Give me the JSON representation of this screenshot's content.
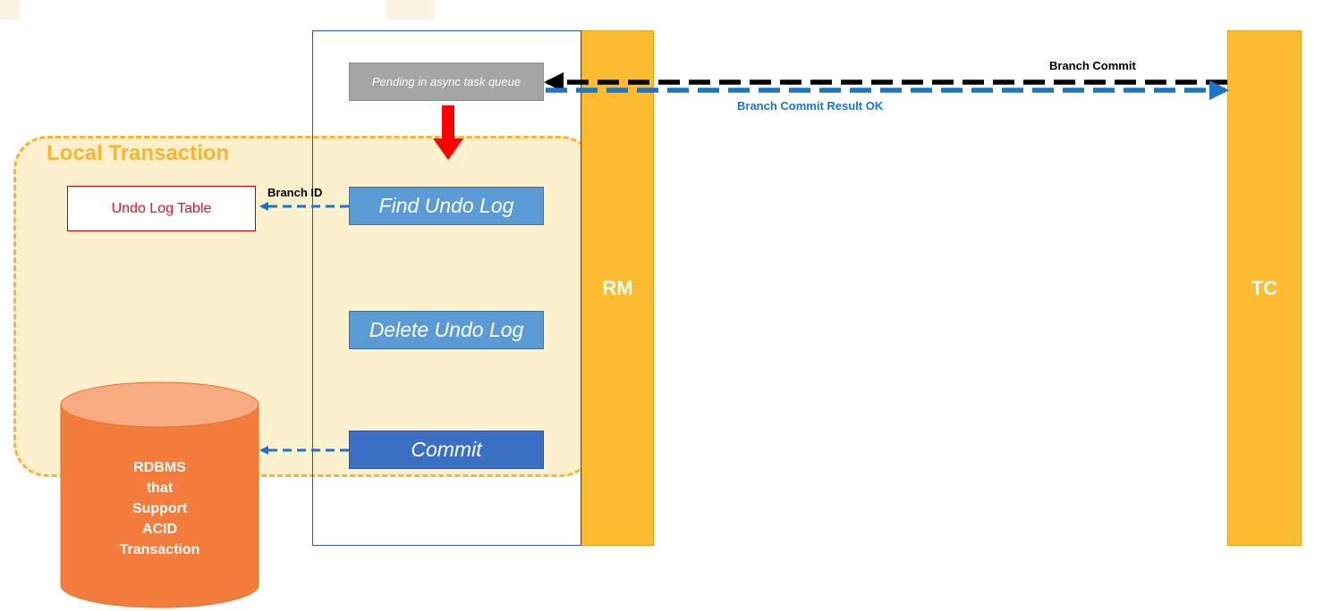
{
  "local_transaction": {
    "title": "Local Transaction"
  },
  "rm": {
    "label": "RM"
  },
  "tc": {
    "label": "TC"
  },
  "steps": {
    "pending": "Pending in async task queue",
    "find": "Find Undo Log",
    "delete": "Delete Undo Log",
    "commit": "Commit"
  },
  "undo_log_table": {
    "label": "Undo Log Table"
  },
  "database": {
    "lines": [
      "RDBMS",
      "that",
      "Support",
      "ACID",
      "Transaction"
    ]
  },
  "arrows": {
    "branch_id": "Branch ID",
    "branch_commit": "Branch Commit",
    "branch_commit_result": "Branch Commit Result OK"
  },
  "colors": {
    "bar": "#fbbc32",
    "region_fill": "#fdf0cc",
    "region_border": "#f9b532",
    "step": "#5b9bd5",
    "commit_step": "#3a6fc3",
    "pending": "#a5a5a5",
    "db_body": "#f47c3c",
    "db_top": "#f8ab80",
    "arrow_blue": "#1a75c8",
    "arrow_black": "#000000",
    "arrow_red": "#ff0000"
  }
}
